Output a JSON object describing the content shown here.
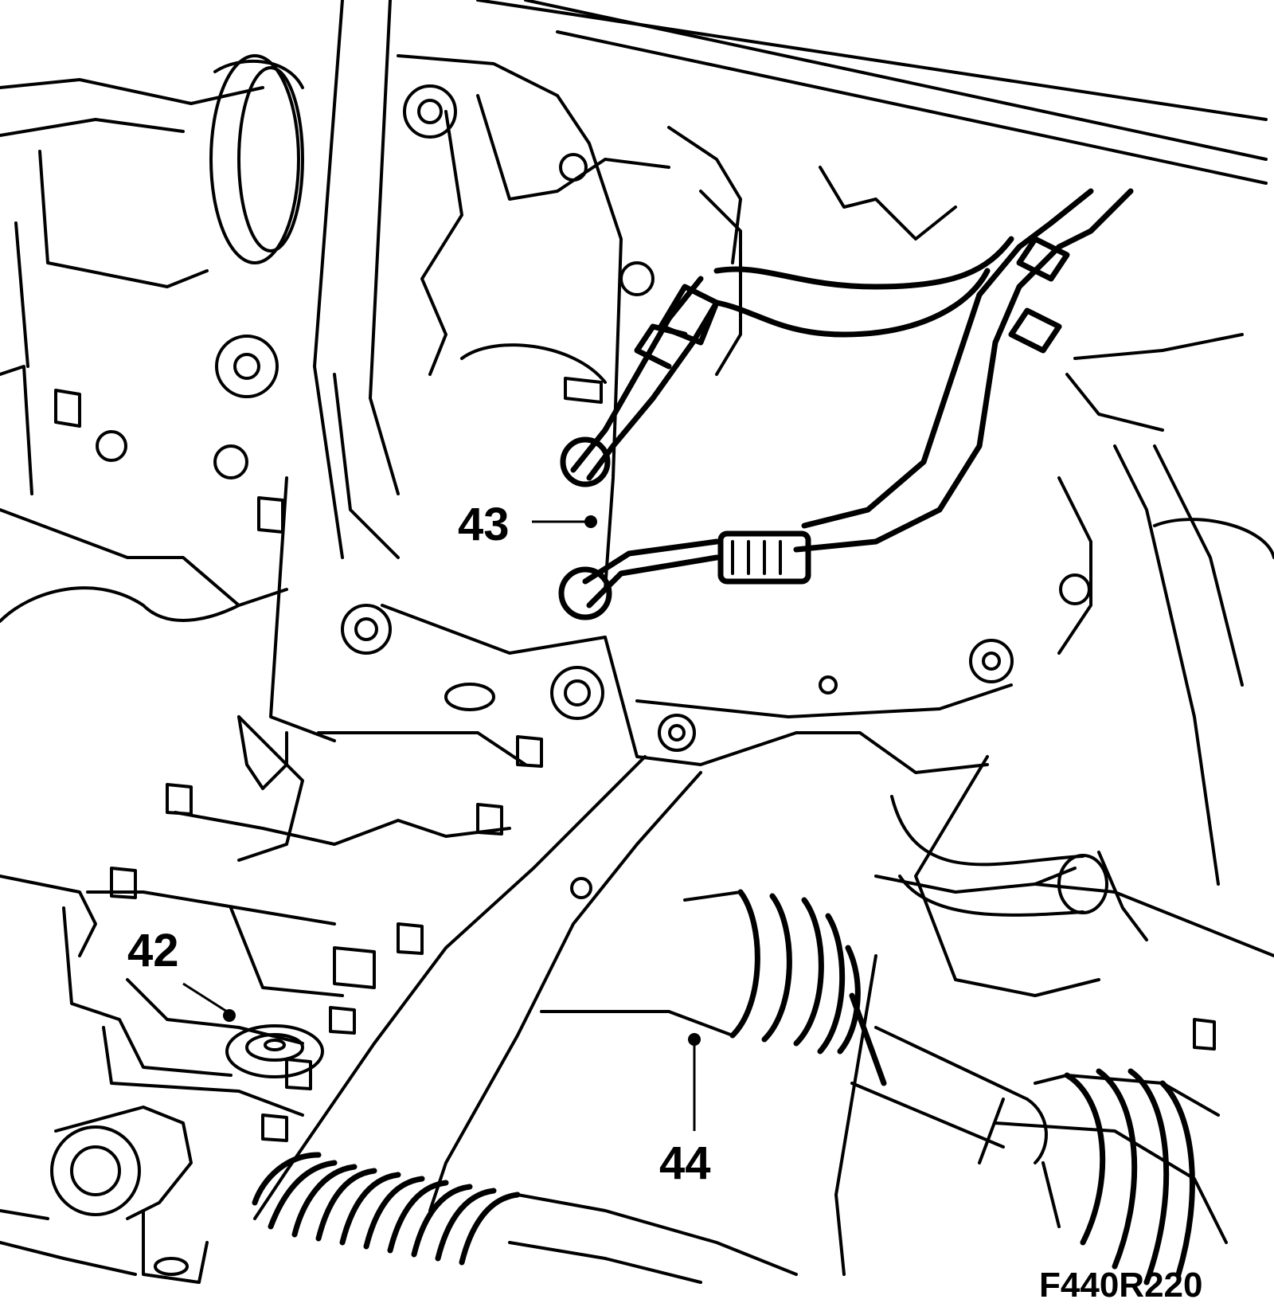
{
  "callouts": [
    {
      "id": "42",
      "label": "42"
    },
    {
      "id": "43",
      "label": "43"
    },
    {
      "id": "44",
      "label": "44"
    }
  ],
  "figure_id": "F440R220",
  "colors": {
    "ink": "#000000",
    "paper": "#ffffff"
  }
}
